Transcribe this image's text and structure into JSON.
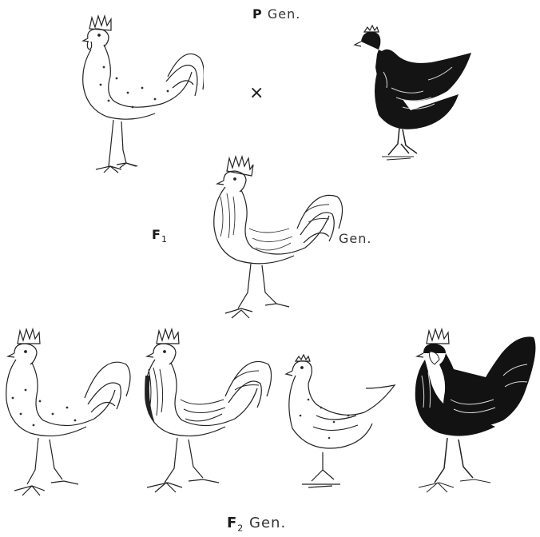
{
  "labels": {
    "p_letter": "P",
    "p_gen": "Gen.",
    "cross": "×",
    "f1_letter": "F",
    "f1_sub": "1",
    "f1_gen": "Gen.",
    "f2_letter": "F",
    "f2_sub": "2",
    "f2_gen": "Gen."
  },
  "colors": {
    "ink": "#1a1a1a",
    "paper": "#ffffff"
  },
  "birds": [
    {
      "id": "p-white-rooster",
      "plumage": "white",
      "sex": "rooster"
    },
    {
      "id": "p-black-hen",
      "plumage": "black",
      "sex": "hen"
    },
    {
      "id": "f1-rooster",
      "plumage": "blue-grey",
      "sex": "rooster"
    },
    {
      "id": "f2-white-rooster",
      "plumage": "white",
      "sex": "rooster"
    },
    {
      "id": "f2-blue-rooster",
      "plumage": "blue-grey",
      "sex": "rooster"
    },
    {
      "id": "f2-hen",
      "plumage": "light",
      "sex": "hen"
    },
    {
      "id": "f2-black-rooster",
      "plumage": "black",
      "sex": "rooster"
    }
  ]
}
